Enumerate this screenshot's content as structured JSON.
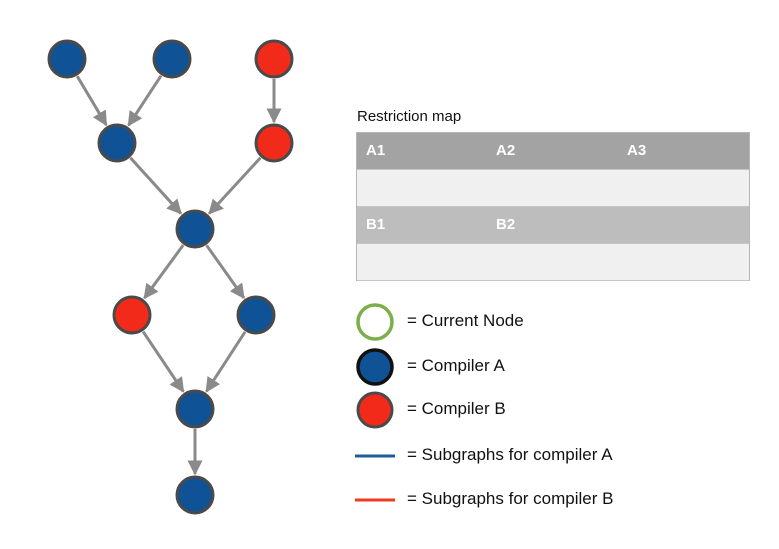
{
  "colors": {
    "compiler_a": "#0f5296",
    "compiler_b": "#f22a1a",
    "node_stroke": "#4a4a4a",
    "current_node": "#7cae4a",
    "edge": "#8a8a8a",
    "subgraph_a": "#1f5c99",
    "subgraph_b": "#f23a20"
  },
  "graph": {
    "nodes": [
      {
        "id": "n1",
        "compiler": "A"
      },
      {
        "id": "n2",
        "compiler": "A"
      },
      {
        "id": "n3",
        "compiler": "B"
      },
      {
        "id": "n4",
        "compiler": "A"
      },
      {
        "id": "n5",
        "compiler": "B"
      },
      {
        "id": "n6",
        "compiler": "A"
      },
      {
        "id": "n7",
        "compiler": "B"
      },
      {
        "id": "n8",
        "compiler": "A"
      },
      {
        "id": "n9",
        "compiler": "A"
      },
      {
        "id": "n10",
        "compiler": "A"
      }
    ],
    "edges": [
      [
        "n1",
        "n4"
      ],
      [
        "n2",
        "n4"
      ],
      [
        "n3",
        "n5"
      ],
      [
        "n4",
        "n6"
      ],
      [
        "n5",
        "n6"
      ],
      [
        "n6",
        "n7"
      ],
      [
        "n6",
        "n8"
      ],
      [
        "n7",
        "n9"
      ],
      [
        "n8",
        "n9"
      ],
      [
        "n9",
        "n10"
      ]
    ]
  },
  "restriction_map": {
    "title": "Restriction map",
    "rows": [
      {
        "style": "dark",
        "cells": [
          "A1",
          "A2",
          "A3"
        ]
      },
      {
        "style": "light",
        "cells": []
      },
      {
        "style": "mid",
        "cells": [
          "B1",
          "B2"
        ]
      },
      {
        "style": "light",
        "cells": []
      }
    ]
  },
  "legend": [
    {
      "symbol": "current-node",
      "label": "= Current Node"
    },
    {
      "symbol": "compiler-a",
      "label": "= Compiler A"
    },
    {
      "symbol": "compiler-b",
      "label": "= Compiler B"
    },
    {
      "symbol": "line-a",
      "label": "= Subgraphs for compiler A"
    },
    {
      "symbol": "line-b",
      "label": "= Subgraphs for compiler B"
    }
  ]
}
